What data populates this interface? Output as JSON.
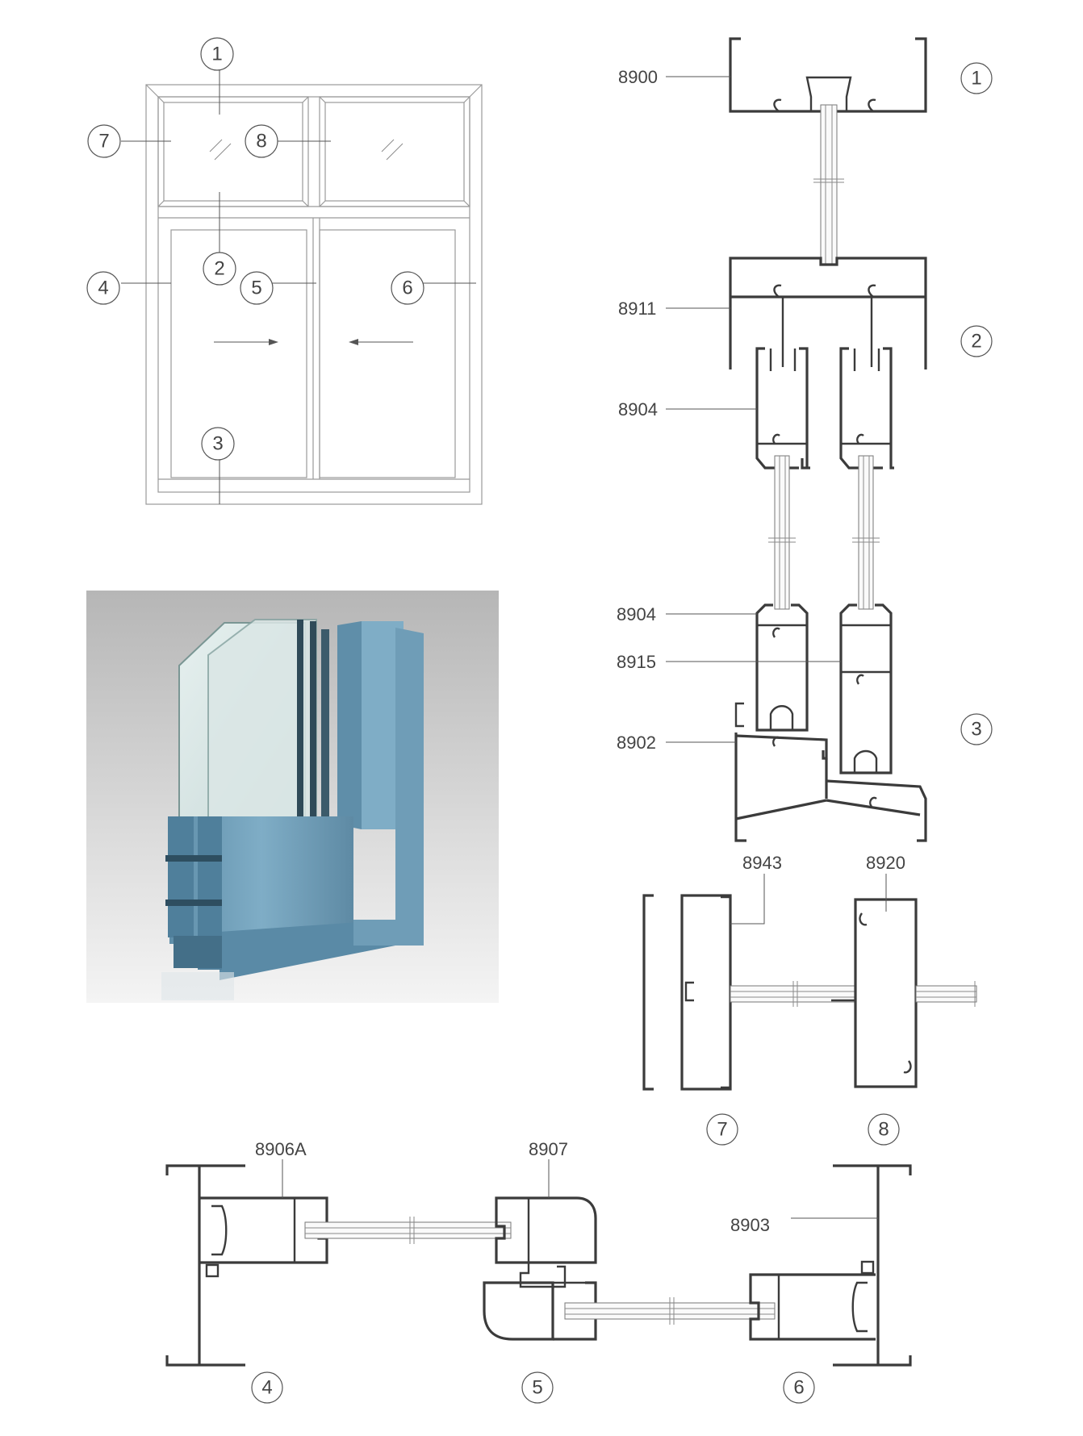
{
  "elevation": {
    "callouts": [
      "1",
      "2",
      "3",
      "4",
      "5",
      "6",
      "7",
      "8"
    ]
  },
  "sections": {
    "head": {
      "callout": "1",
      "codes": [
        "8900"
      ]
    },
    "transom": {
      "callout": "2",
      "codes": [
        "8911",
        "8904"
      ]
    },
    "sill": {
      "callout": "3",
      "codes": [
        "8904",
        "8915",
        "8902"
      ]
    },
    "fixed_mullion": {
      "callouts": [
        "7",
        "8"
      ],
      "codes": [
        "8943",
        "8920"
      ]
    },
    "horizontal": {
      "callouts": [
        "4",
        "5",
        "6"
      ],
      "codes": [
        "8906A",
        "8907",
        "8903"
      ]
    }
  },
  "photo": {
    "profile_color": "#6f9db7"
  }
}
